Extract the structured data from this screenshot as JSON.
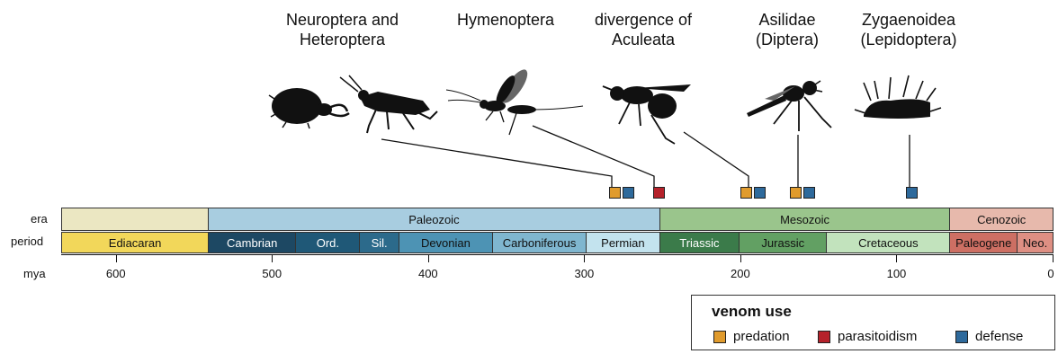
{
  "colors": {
    "predation": "#e09b2d",
    "parasitoidism": "#b5222b",
    "defense": "#2e6a9c"
  },
  "labels": {
    "neuroptera": [
      "Neuroptera and",
      "Heteroptera"
    ],
    "hymenoptera": "Hymenoptera",
    "aculeata": [
      "divergence of",
      "Aculeata"
    ],
    "asilidae": [
      "Asilidae",
      "(Diptera)"
    ],
    "zygaenoidea": [
      "Zygaenoidea",
      "(Lepidoptera)"
    ]
  },
  "row_labels": {
    "era": "era",
    "period": "period",
    "mya": "mya"
  },
  "eras": [
    {
      "name": "",
      "start": 635,
      "end": 541,
      "color": "#ebe7c2"
    },
    {
      "name": "Paleozoic",
      "start": 541,
      "end": 252,
      "color": "#a8cde0"
    },
    {
      "name": "Mesozoic",
      "start": 252,
      "end": 66,
      "color": "#9ac58c"
    },
    {
      "name": "Cenozoic",
      "start": 66,
      "end": 0,
      "color": "#e7b9ac"
    }
  ],
  "periods": [
    {
      "name": "Ediacaran",
      "start": 635,
      "end": 541,
      "color": "#f2d75a",
      "text": "#111"
    },
    {
      "name": "Cambrian",
      "start": 541,
      "end": 485,
      "color": "#1d4863",
      "text": "#fff"
    },
    {
      "name": "Ord.",
      "start": 485,
      "end": 444,
      "color": "#1f5877",
      "text": "#fff"
    },
    {
      "name": "Sil.",
      "start": 444,
      "end": 419,
      "color": "#2c6a8b",
      "text": "#fff"
    },
    {
      "name": "Devonian",
      "start": 419,
      "end": 359,
      "color": "#4d93b4",
      "text": "#111"
    },
    {
      "name": "Carboniferous",
      "start": 359,
      "end": 299,
      "color": "#7fb6cf",
      "text": "#111"
    },
    {
      "name": "Permian",
      "start": 299,
      "end": 252,
      "color": "#c3e3ee",
      "text": "#111"
    },
    {
      "name": "Triassic",
      "start": 252,
      "end": 201,
      "color": "#3b7b4a",
      "text": "#fff"
    },
    {
      "name": "Jurassic",
      "start": 201,
      "end": 145,
      "color": "#62a063",
      "text": "#111"
    },
    {
      "name": "Cretaceous",
      "start": 145,
      "end": 66,
      "color": "#c2e3bd",
      "text": "#111"
    },
    {
      "name": "Paleogene",
      "start": 66,
      "end": 23,
      "color": "#cd6f63",
      "text": "#111"
    },
    {
      "name": "Neo.",
      "start": 23,
      "end": 0,
      "color": "#de8f83",
      "text": "#111"
    }
  ],
  "ticks": [
    600,
    500,
    400,
    300,
    200,
    100,
    0
  ],
  "events": [
    {
      "mya": 276,
      "uses": [
        "predation",
        "defense"
      ]
    },
    {
      "mya": 252,
      "uses": [
        "parasitoidism"
      ]
    },
    {
      "mya": 192,
      "uses": [
        "predation",
        "defense"
      ]
    },
    {
      "mya": 160,
      "uses": [
        "predation",
        "defense"
      ]
    },
    {
      "mya": 90,
      "uses": [
        "defense"
      ]
    }
  ],
  "legend": {
    "title": "venom use",
    "items": [
      {
        "key": "predation",
        "label": "predation"
      },
      {
        "key": "parasitoidism",
        "label": "parasitoidism"
      },
      {
        "key": "defense",
        "label": "defense"
      }
    ]
  }
}
